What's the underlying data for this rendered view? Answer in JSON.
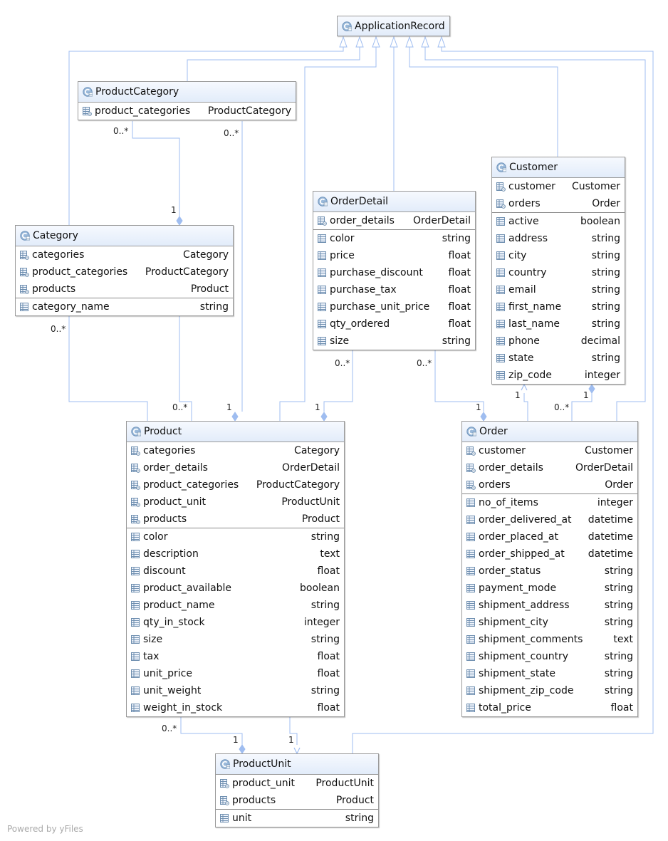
{
  "root": {
    "name": "ApplicationRecord"
  },
  "classes": {
    "product_category": {
      "name": "ProductCategory",
      "assoc": [
        {
          "name": "product_categories",
          "type": "ProductCategory"
        }
      ],
      "attrs": []
    },
    "category": {
      "name": "Category",
      "assoc": [
        {
          "name": "categories",
          "type": "Category"
        },
        {
          "name": "product_categories",
          "type": "ProductCategory"
        },
        {
          "name": "products",
          "type": "Product"
        }
      ],
      "attrs": [
        {
          "name": "category_name",
          "type": "string"
        }
      ]
    },
    "order_detail": {
      "name": "OrderDetail",
      "assoc": [
        {
          "name": "order_details",
          "type": "OrderDetail"
        }
      ],
      "attrs": [
        {
          "name": "color",
          "type": "string"
        },
        {
          "name": "price",
          "type": "float"
        },
        {
          "name": "purchase_discount",
          "type": "float"
        },
        {
          "name": "purchase_tax",
          "type": "float"
        },
        {
          "name": "purchase_unit_price",
          "type": "float"
        },
        {
          "name": "qty_ordered",
          "type": "float"
        },
        {
          "name": "size",
          "type": "string"
        }
      ]
    },
    "customer": {
      "name": "Customer",
      "assoc": [
        {
          "name": "customer",
          "type": "Customer"
        },
        {
          "name": "orders",
          "type": "Order"
        }
      ],
      "attrs": [
        {
          "name": "active",
          "type": "boolean"
        },
        {
          "name": "address",
          "type": "string"
        },
        {
          "name": "city",
          "type": "string"
        },
        {
          "name": "country",
          "type": "string"
        },
        {
          "name": "email",
          "type": "string"
        },
        {
          "name": "first_name",
          "type": "string"
        },
        {
          "name": "last_name",
          "type": "string"
        },
        {
          "name": "phone",
          "type": "decimal"
        },
        {
          "name": "state",
          "type": "string"
        },
        {
          "name": "zip_code",
          "type": "integer"
        }
      ]
    },
    "product": {
      "name": "Product",
      "assoc": [
        {
          "name": "categories",
          "type": "Category"
        },
        {
          "name": "order_details",
          "type": "OrderDetail"
        },
        {
          "name": "product_categories",
          "type": "ProductCategory"
        },
        {
          "name": "product_unit",
          "type": "ProductUnit"
        },
        {
          "name": "products",
          "type": "Product"
        }
      ],
      "attrs": [
        {
          "name": "color",
          "type": "string"
        },
        {
          "name": "description",
          "type": "text"
        },
        {
          "name": "discount",
          "type": "float"
        },
        {
          "name": "product_available",
          "type": "boolean"
        },
        {
          "name": "product_name",
          "type": "string"
        },
        {
          "name": "qty_in_stock",
          "type": "integer"
        },
        {
          "name": "size",
          "type": "string"
        },
        {
          "name": "tax",
          "type": "float"
        },
        {
          "name": "unit_price",
          "type": "float"
        },
        {
          "name": "unit_weight",
          "type": "string"
        },
        {
          "name": "weight_in_stock",
          "type": "float"
        }
      ]
    },
    "order": {
      "name": "Order",
      "assoc": [
        {
          "name": "customer",
          "type": "Customer"
        },
        {
          "name": "order_details",
          "type": "OrderDetail"
        },
        {
          "name": "orders",
          "type": "Order"
        }
      ],
      "attrs": [
        {
          "name": "no_of_items",
          "type": "integer"
        },
        {
          "name": "order_delivered_at",
          "type": "datetime"
        },
        {
          "name": "order_placed_at",
          "type": "datetime"
        },
        {
          "name": "order_shipped_at",
          "type": "datetime"
        },
        {
          "name": "order_status",
          "type": "string"
        },
        {
          "name": "payment_mode",
          "type": "string"
        },
        {
          "name": "shipment_address",
          "type": "string"
        },
        {
          "name": "shipment_city",
          "type": "string"
        },
        {
          "name": "shipment_comments",
          "type": "text"
        },
        {
          "name": "shipment_country",
          "type": "string"
        },
        {
          "name": "shipment_state",
          "type": "string"
        },
        {
          "name": "shipment_zip_code",
          "type": "string"
        },
        {
          "name": "total_price",
          "type": "float"
        }
      ]
    },
    "product_unit": {
      "name": "ProductUnit",
      "assoc": [
        {
          "name": "product_unit",
          "type": "ProductUnit"
        },
        {
          "name": "products",
          "type": "Product"
        }
      ],
      "attrs": [
        {
          "name": "unit",
          "type": "string"
        }
      ]
    }
  },
  "multiplicities": {
    "pc_left": "0..*",
    "pc_right": "0..*",
    "cat_top": "1",
    "cat_bottom": "0..*",
    "prod_cat": "0..*",
    "prod_pc": "1",
    "od_left": "0..*",
    "od_right": "0..*",
    "prod_od": "1",
    "ord_od": "1",
    "cust_left": "1",
    "cust_right": "1",
    "ord_cust": "0..*",
    "prod_bottom": "0..*",
    "pu_left": "1",
    "pu_right": "1"
  },
  "colors": {
    "edge": "#9fbdf0",
    "border": "#9a9a9a",
    "header_top": "#f6f9fe",
    "header_bottom": "#e2ecfa"
  },
  "footer": "Powered by yFiles"
}
